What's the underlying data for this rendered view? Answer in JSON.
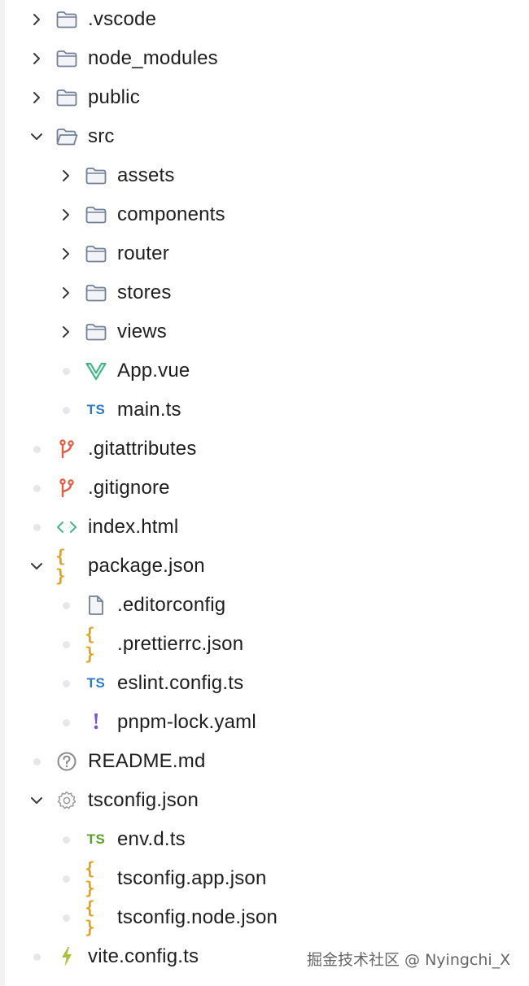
{
  "explorer": {
    "items": [
      {
        "label": ".vscode",
        "depth": 0,
        "type": "folder",
        "expanded": false,
        "icon": "folder-icon"
      },
      {
        "label": "node_modules",
        "depth": 0,
        "type": "folder",
        "expanded": false,
        "icon": "folder-icon"
      },
      {
        "label": "public",
        "depth": 0,
        "type": "folder",
        "expanded": false,
        "icon": "folder-icon"
      },
      {
        "label": "src",
        "depth": 0,
        "type": "folder",
        "expanded": true,
        "icon": "folder-open-icon"
      },
      {
        "label": "assets",
        "depth": 1,
        "type": "folder",
        "expanded": false,
        "icon": "folder-icon"
      },
      {
        "label": "components",
        "depth": 1,
        "type": "folder",
        "expanded": false,
        "icon": "folder-icon"
      },
      {
        "label": "router",
        "depth": 1,
        "type": "folder",
        "expanded": false,
        "icon": "folder-icon"
      },
      {
        "label": "stores",
        "depth": 1,
        "type": "folder",
        "expanded": false,
        "icon": "folder-icon"
      },
      {
        "label": "views",
        "depth": 1,
        "type": "folder",
        "expanded": false,
        "icon": "folder-icon"
      },
      {
        "label": "App.vue",
        "depth": 1,
        "type": "file",
        "icon": "vue-icon"
      },
      {
        "label": "main.ts",
        "depth": 1,
        "type": "file",
        "icon": "typescript-icon"
      },
      {
        "label": ".gitattributes",
        "depth": 0,
        "type": "file",
        "icon": "git-icon"
      },
      {
        "label": ".gitignore",
        "depth": 0,
        "type": "file",
        "icon": "git-icon"
      },
      {
        "label": "index.html",
        "depth": 0,
        "type": "file",
        "icon": "html-icon"
      },
      {
        "label": "package.json",
        "depth": 0,
        "type": "nest",
        "expanded": true,
        "icon": "json-icon"
      },
      {
        "label": ".editorconfig",
        "depth": 1,
        "type": "file",
        "icon": "file-icon"
      },
      {
        "label": ".prettierrc.json",
        "depth": 1,
        "type": "file",
        "icon": "json-icon"
      },
      {
        "label": "eslint.config.ts",
        "depth": 1,
        "type": "file",
        "icon": "typescript-icon"
      },
      {
        "label": "pnpm-lock.yaml",
        "depth": 1,
        "type": "file",
        "icon": "yaml-icon"
      },
      {
        "label": "README.md",
        "depth": 0,
        "type": "file",
        "icon": "readme-icon"
      },
      {
        "label": "tsconfig.json",
        "depth": 0,
        "type": "nest",
        "expanded": true,
        "icon": "settings-icon"
      },
      {
        "label": "env.d.ts",
        "depth": 1,
        "type": "file",
        "icon": "typescript-def-icon"
      },
      {
        "label": "tsconfig.app.json",
        "depth": 1,
        "type": "file",
        "icon": "json-icon"
      },
      {
        "label": "tsconfig.node.json",
        "depth": 1,
        "type": "file",
        "icon": "json-icon"
      },
      {
        "label": "vite.config.ts",
        "depth": 0,
        "type": "file",
        "icon": "vite-icon"
      }
    ],
    "icon_text": {
      "ts": "TS",
      "braces": "{ }",
      "bang": "!"
    }
  },
  "watermark": "掘金技术社区 @ Nyingchi_X",
  "colors": {
    "folder": "#737f95",
    "vue": "#41b883",
    "typescript": "#3178c6",
    "typescript_def": "#5aa02c",
    "git": "#e05d44",
    "html": "#4fb68f",
    "json": "#e0a526",
    "yaml": "#7b54d6",
    "readme": "#8a8a8a",
    "vite": "#a9c23f"
  }
}
